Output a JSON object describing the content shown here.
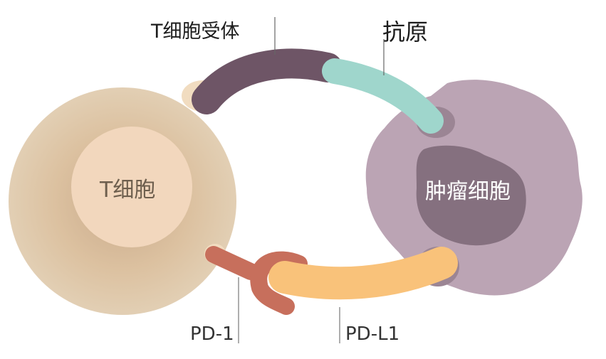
{
  "diagram": {
    "labels": {
      "t_cell_receptor": "T细胞受体",
      "antigen": "抗原",
      "t_cell": "T细胞",
      "tumor_cell": "肿瘤细胞",
      "pd1": "PD-1",
      "pdl1": "PD-L1"
    },
    "colors": {
      "t_cell_outer": "#dcc3a2",
      "t_cell_inner": "#f2d7bd",
      "tumor_outer": "#bba4b4",
      "tumor_nucleus": "#85707f",
      "receptor": "#6e5566",
      "antigen": "#9fd6cc",
      "pd1": "#c76f5c",
      "pdl1": "#f9c27a"
    }
  }
}
